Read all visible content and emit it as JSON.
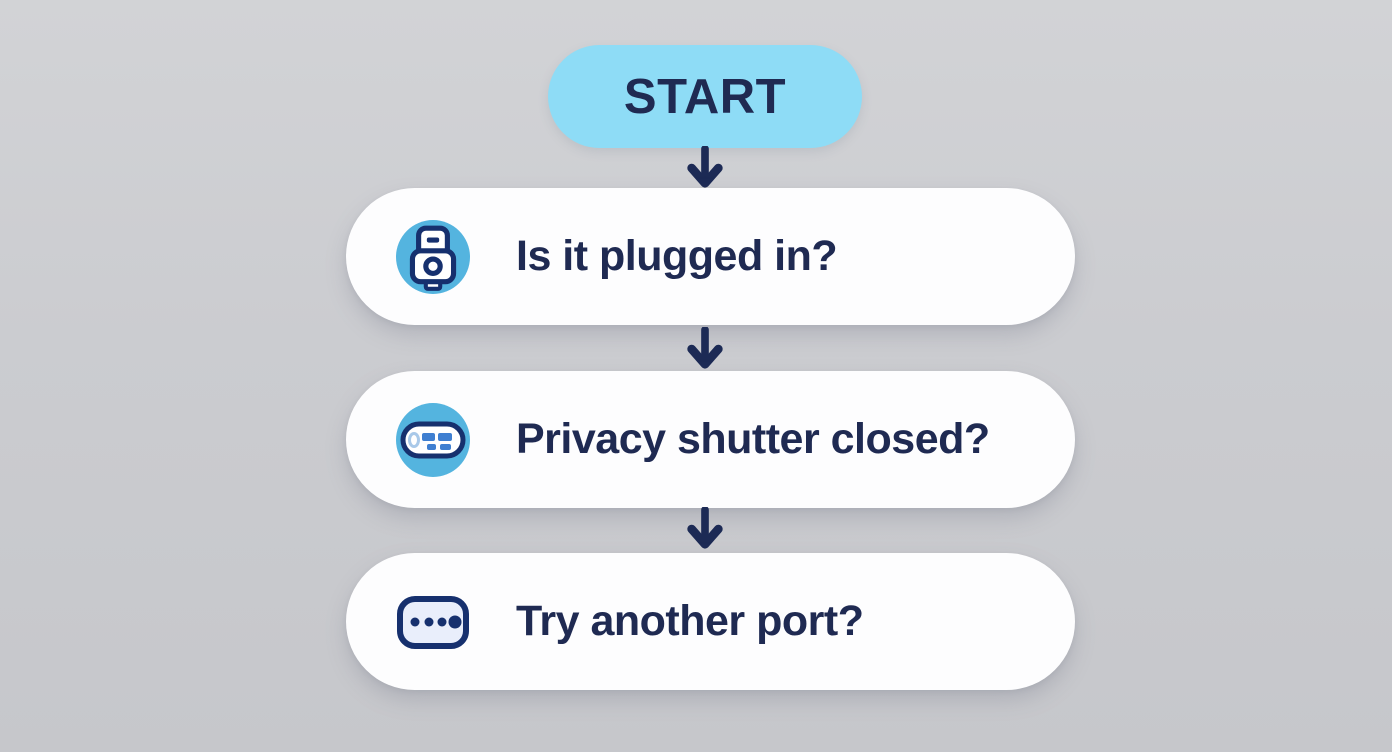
{
  "flowchart": {
    "start": {
      "label": "START"
    },
    "steps": [
      {
        "label": "Is it plugged in?",
        "icon": "usb-plug-icon"
      },
      {
        "label": "Privacy shutter closed?",
        "icon": "webcam-privacy-shutter-icon"
      },
      {
        "label": "Try another port?",
        "icon": "usb-port-icon"
      }
    ],
    "connector": "down-arrow-icon"
  },
  "colors": {
    "background_gray": "#cbccd0",
    "card_white": "#fdfdfe",
    "start_cyan": "#8edcf6",
    "text_navy": "#1f2a52",
    "arrow_navy": "#1c2a55",
    "icon_circle_blue": "#54b4df",
    "icon_accent_blue": "#3f7fd1",
    "port_fill_blue": "#e9eefb",
    "icon_outline_navy": "#16306e"
  }
}
